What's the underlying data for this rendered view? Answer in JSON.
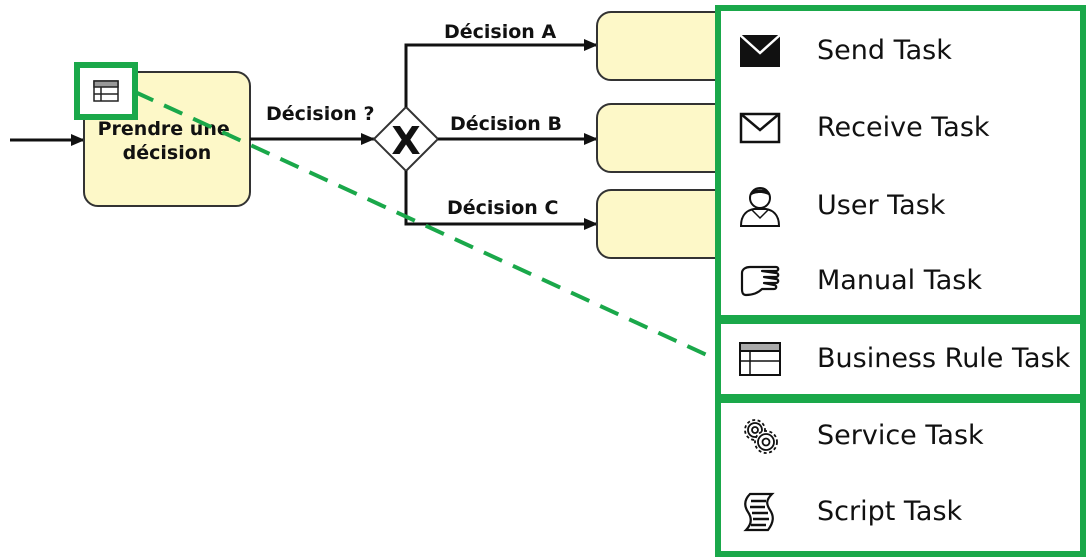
{
  "diagram": {
    "task": {
      "label_line1": "Prendre une",
      "label_line2": "décision"
    },
    "gateway": {
      "label": "Décision ?",
      "symbol": "X"
    },
    "branches": [
      {
        "label": "Décision A"
      },
      {
        "label": "Décision B"
      },
      {
        "label": "Décision C"
      }
    ],
    "colors": {
      "task_fill": "#fdf8c8",
      "highlight": "#1aa84a"
    }
  },
  "menu": {
    "items": [
      {
        "label": "Send Task",
        "icon": "send-envelope-icon"
      },
      {
        "label": "Receive Task",
        "icon": "receive-envelope-icon"
      },
      {
        "label": "User Task",
        "icon": "user-icon"
      },
      {
        "label": "Manual Task",
        "icon": "hand-icon"
      },
      {
        "label": "Business Rule Task",
        "icon": "business-rule-table-icon",
        "highlighted": true
      },
      {
        "label": "Service Task",
        "icon": "gears-icon"
      },
      {
        "label": "Script Task",
        "icon": "script-icon"
      }
    ]
  }
}
